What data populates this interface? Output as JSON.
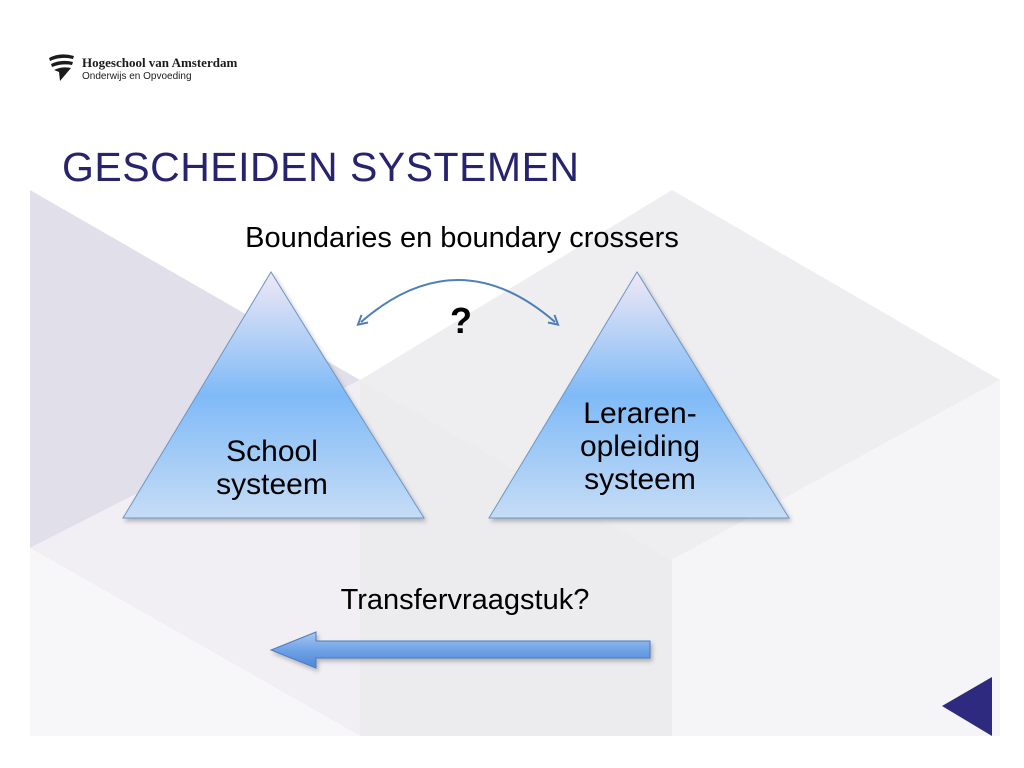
{
  "logo": {
    "name": "Hogeschool van Amsterdam",
    "sub": "Onderwijs en Opvoeding"
  },
  "slide": {
    "title": "GESCHEIDEN SYSTEMEN",
    "subtitle": "Boundaries en boundary crossers"
  },
  "diagram": {
    "left_system": [
      "School",
      "systeem"
    ],
    "right_system": [
      "Leraren-",
      "opleiding",
      "systeem"
    ],
    "question_mark": "?",
    "transfer_label": "Transfervraagstuk?"
  },
  "colors": {
    "title": "#27236e",
    "triangle_top": "#e9e3f2",
    "triangle_mid": "#7fbaf7",
    "triangle_bottom": "#c3d9f5",
    "arrow_fill": "#6a9ee0",
    "nav_arrow": "#2e2a80"
  }
}
